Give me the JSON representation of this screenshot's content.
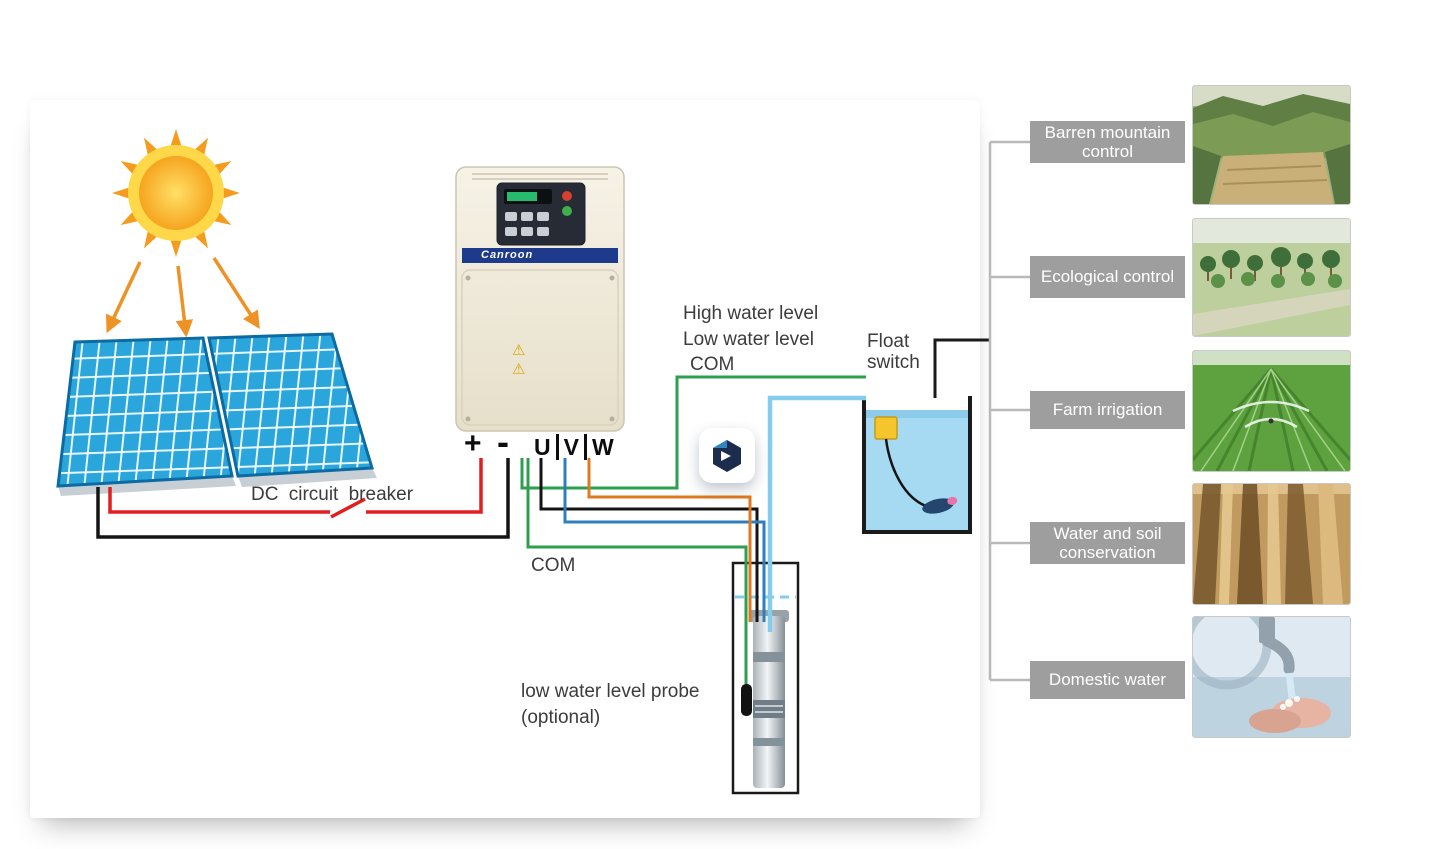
{
  "diagram": {
    "wire_labels": {
      "high_water_level": "High water level",
      "low_water_level": "Low water level",
      "com_top": "COM",
      "com_bottom": "COM"
    },
    "component_labels": {
      "float_switch": "Float switch",
      "dc_circuit_breaker": "DC circuit breaker",
      "probe_line1": "low water level probe",
      "probe_line2": "(optional)"
    },
    "inverter": {
      "brand": "Canroon"
    },
    "terminals": {
      "plus": "+",
      "minus": "-",
      "u": "U",
      "v": "V",
      "w": "W"
    },
    "icons": {
      "warning_glyph": "⚠"
    },
    "colors": {
      "dc_positive_wire": "#e01f1f",
      "dc_negative_wire": "#141414",
      "signal_wire_green": "#2e9e4f",
      "motor_wire_blue": "#2f7fbe",
      "motor_wire_orange": "#e07820",
      "water_pipe_blue": "#85cdec",
      "panel_cell_blue": "#2aa6dd",
      "sun_orange": "#f59b1e",
      "app_label_bg": "#9e9e9e"
    }
  },
  "applications": [
    {
      "label": "Barren mountain control",
      "photo_icon": "mountain-valley-photo"
    },
    {
      "label": "Ecological control",
      "photo_icon": "trees-photo"
    },
    {
      "label": "Farm irrigation",
      "photo_icon": "irrigated-field-photo"
    },
    {
      "label": "Water and soil conservation",
      "photo_icon": "eroded-gully-photo"
    },
    {
      "label": "Domestic water",
      "photo_icon": "hand-washing-photo"
    }
  ]
}
